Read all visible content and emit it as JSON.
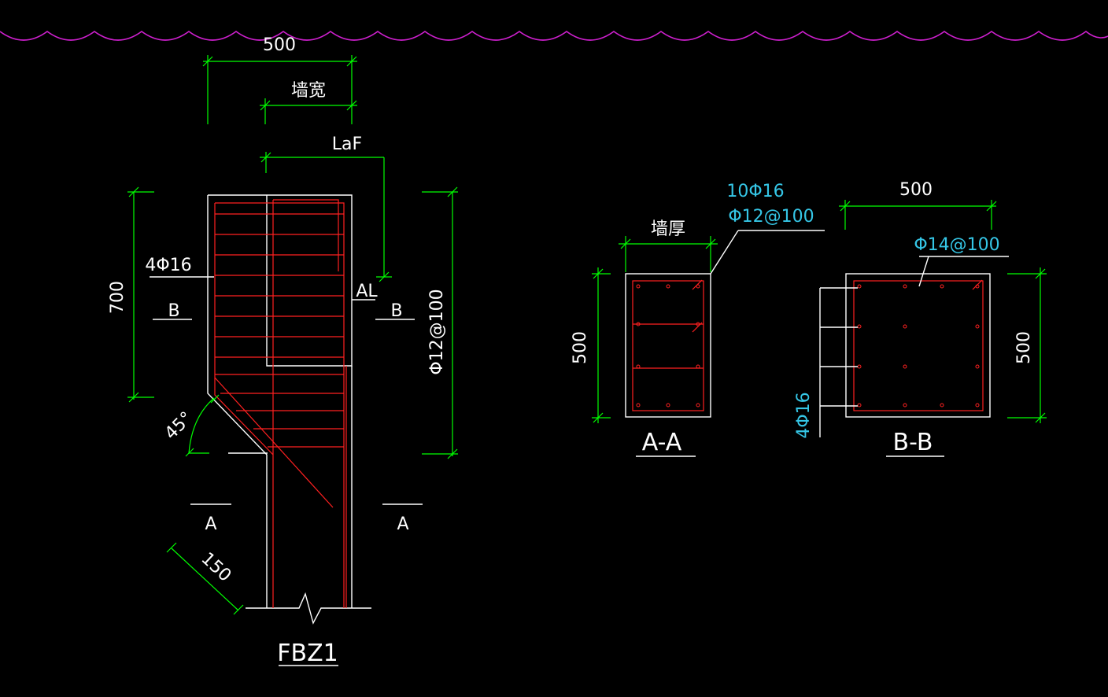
{
  "colors": {
    "background": "#000000",
    "outline": "#ffffff",
    "dimension": "#00ff00",
    "rebar": "#ff2020",
    "rebar_label": "#35c6e6",
    "revision_cloud": "#d020d0"
  },
  "elevation": {
    "dim_top_width": "500",
    "dim_wall_width": "墙宽",
    "dim_anchor": "LaF",
    "dim_left_height": "700",
    "dim_right_stirrup": "Φ12@100",
    "rebar_left": "4Φ16",
    "label_al": "AL",
    "angle": "45°",
    "dim_diag": "150",
    "cut_b_left": "B",
    "cut_b_right": "B",
    "cut_a_left": "A",
    "cut_a_right": "A",
    "title": "FBZ1"
  },
  "section_aa": {
    "dim_width": "墙厚",
    "dim_height": "500",
    "rebar_main": "10Φ16",
    "rebar_stirrup": "Φ12@100",
    "title": "A-A"
  },
  "section_bb": {
    "dim_width": "500",
    "dim_height": "500",
    "rebar_stirrup": "Φ14@100",
    "rebar_side": "4Φ16",
    "title": "B-B"
  }
}
